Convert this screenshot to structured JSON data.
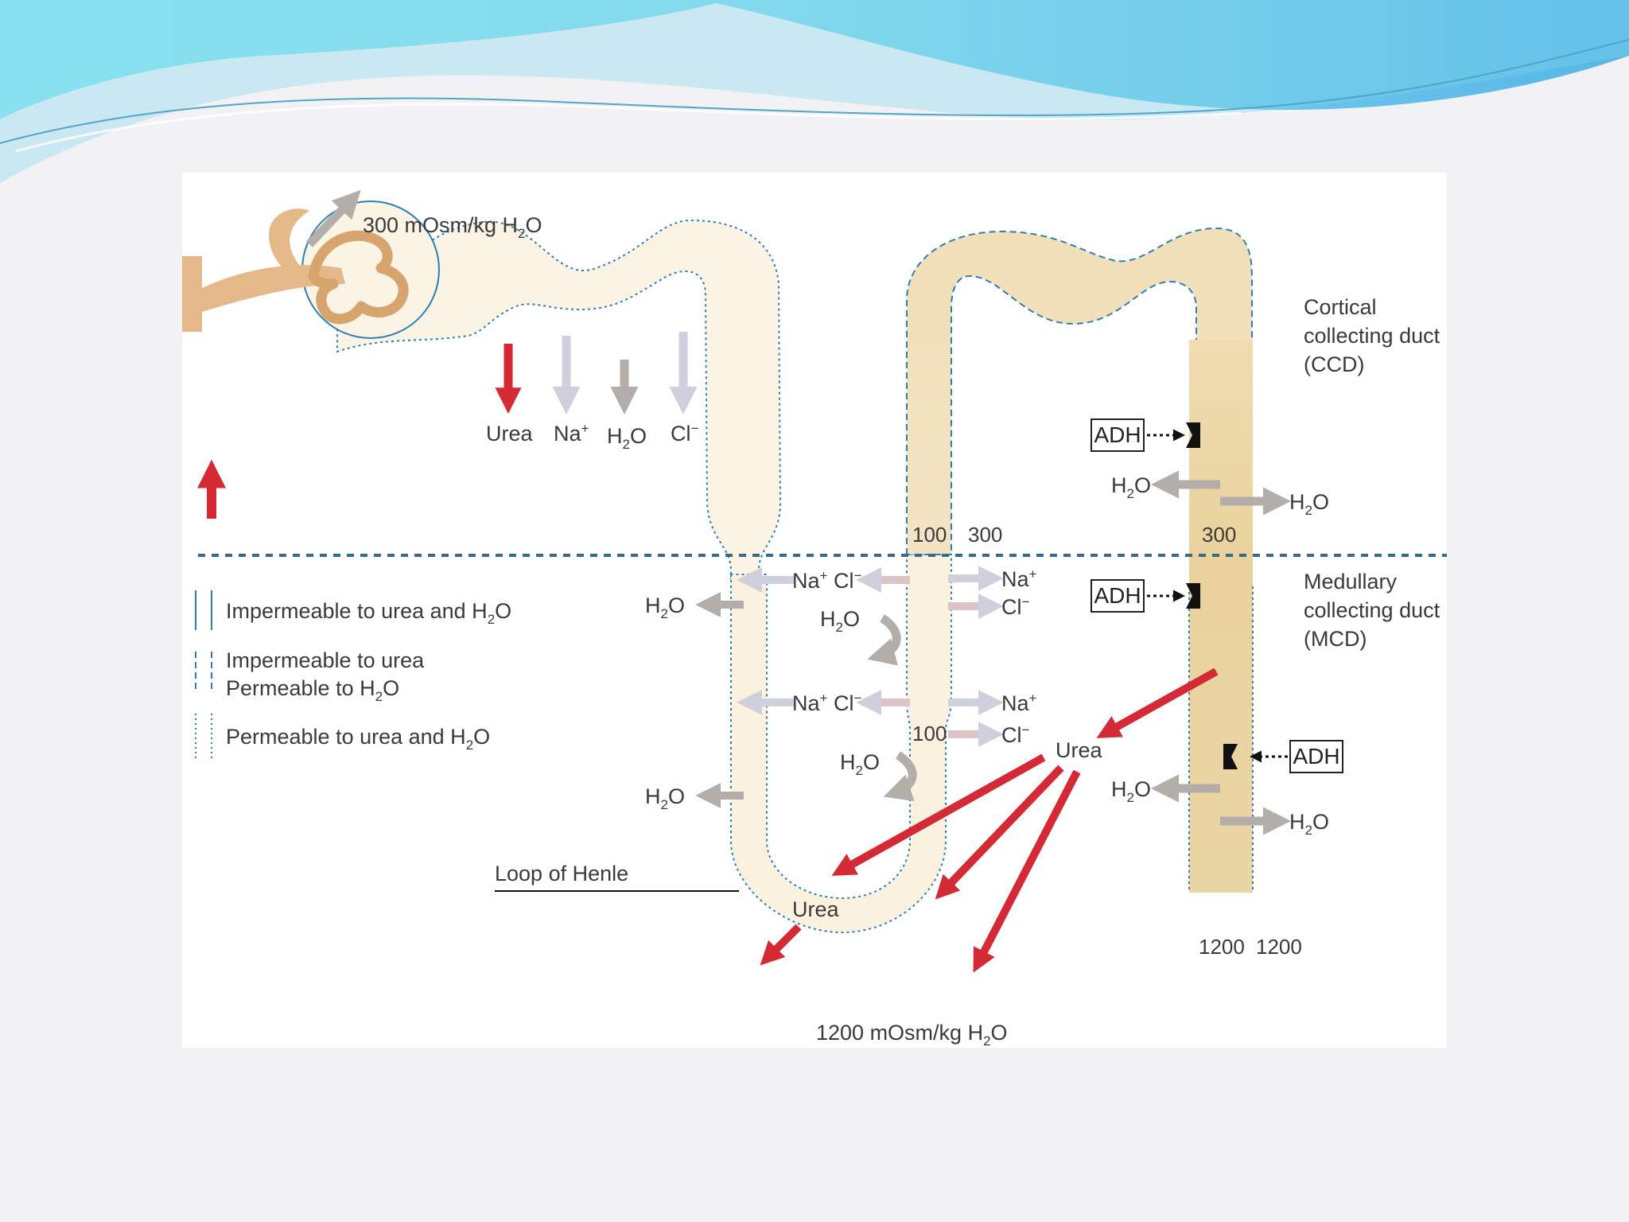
{
  "labels": {
    "top_osm": "300 mOsm/kg H",
    "bottom_osm": "1200 mOsm/kg H",
    "urea": "Urea",
    "na": "Na",
    "h2o_h": "H",
    "h2o_o": "O",
    "sub2": "2",
    "cl": "Cl",
    "plus": "+",
    "minus": "−",
    "nacl": "Na",
    "cortical_line1": "Cortical",
    "cortical_line2": "collecting duct",
    "cortical_line3": "(CCD)",
    "medullary_line1": "Medullary",
    "medullary_line2": "collecting duct",
    "medullary_line3": "(MCD)",
    "adh": "ADH",
    "loop_of_henle": "Loop of Henle",
    "n100": "100",
    "n300": "300",
    "n1200": "1200"
  },
  "legend": {
    "solid": "Impermeable to urea and H",
    "solid_end": "O",
    "dashed_line1": "Impermeable to urea",
    "dashed_line2": "Permeable to H",
    "dashed_end": "O",
    "dotted": "Permeable to urea and H",
    "dotted_end": "O"
  },
  "colors": {
    "tubule_light": "#fbf3e4",
    "tubule_mid": "#f0dcb2",
    "tubule_dark": "#e6cc95",
    "glomerulus": "#e4b888",
    "outline_blue": "#2e7fb8",
    "boundary": "#3a6a8a",
    "red_arrow": "#d42a36",
    "gray_arrow": "#b3aeaa",
    "lilac_arrow": "#cfd0de",
    "header_cyan": "#7fe0ee",
    "header_blue": "#5cb8e6"
  }
}
